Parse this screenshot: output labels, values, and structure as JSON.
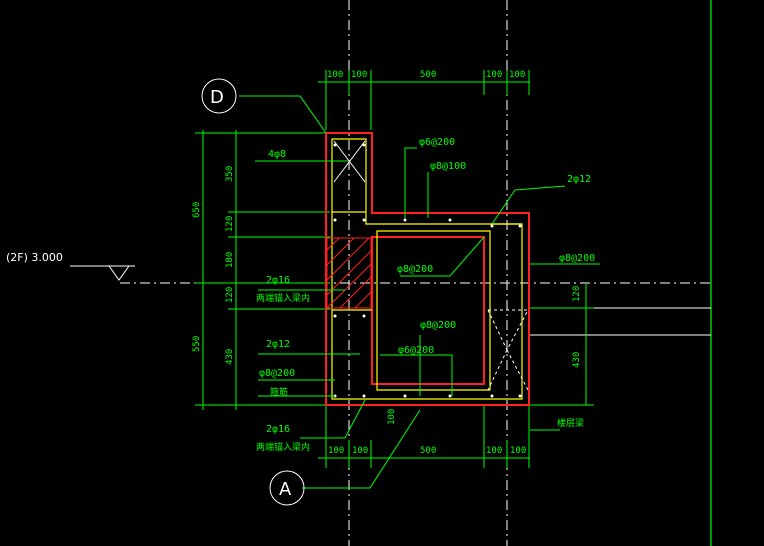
{
  "drawing": {
    "grid_labels": {
      "top": "D",
      "bottom": "A"
    },
    "level_mark": "(2F) 3.000",
    "dims_top": [
      "100",
      "100",
      "500",
      "100",
      "100"
    ],
    "dims_bottom": [
      "100",
      "100",
      "500",
      "100",
      "100"
    ],
    "dims_left": [
      "350",
      "120",
      "180",
      "120",
      "430"
    ],
    "dims_left_total": [
      "650",
      "550"
    ],
    "dims_right": [
      "120",
      "430"
    ],
    "dim_small": "100",
    "labels": {
      "main_bars": "4φ8",
      "stirrup_top": "φ6@200",
      "stirrup_top2": "φ8@100",
      "corner_bars": "2φ12",
      "mid_stirrup": "φ8@200",
      "right_stirrup": "φ8@200",
      "bars_2phi6": "2φ16",
      "anchor_note": "两端锚入梁内",
      "left_2phi12": "2φ12",
      "left_stirrup": "φ8@200",
      "left_note": "箍筋",
      "inner_stirrup": "φ8@200",
      "inner_stirrup2": "φ6@200",
      "bottom_2phi6": "2φ16",
      "bottom_note": "两端锚入梁内",
      "ring_beam": "楼层梁"
    }
  }
}
